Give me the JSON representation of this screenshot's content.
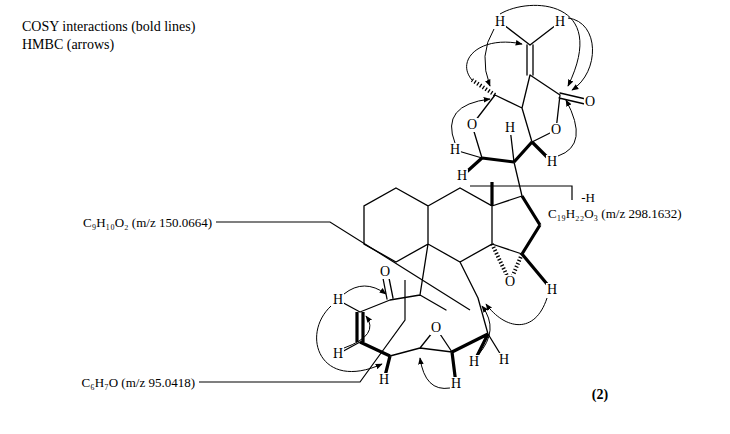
{
  "diagram": {
    "labels": [
      "COSY interactions (bold lines)",
      "HMBC (arrows)",
      "H",
      "H",
      "O",
      "O",
      "O",
      "H",
      "H",
      "H",
      "H",
      "-H",
      "C₁₉H₂₂O₃ (m/z 298.1632)",
      "C₉H₁₀O₂ (m/z 150.0664)",
      "O",
      "O",
      "H",
      "H",
      "H",
      "O",
      "H",
      "H",
      "H",
      "H",
      "C₆H₇O (m/z 95.0418)",
      "(2)"
    ]
  }
}
